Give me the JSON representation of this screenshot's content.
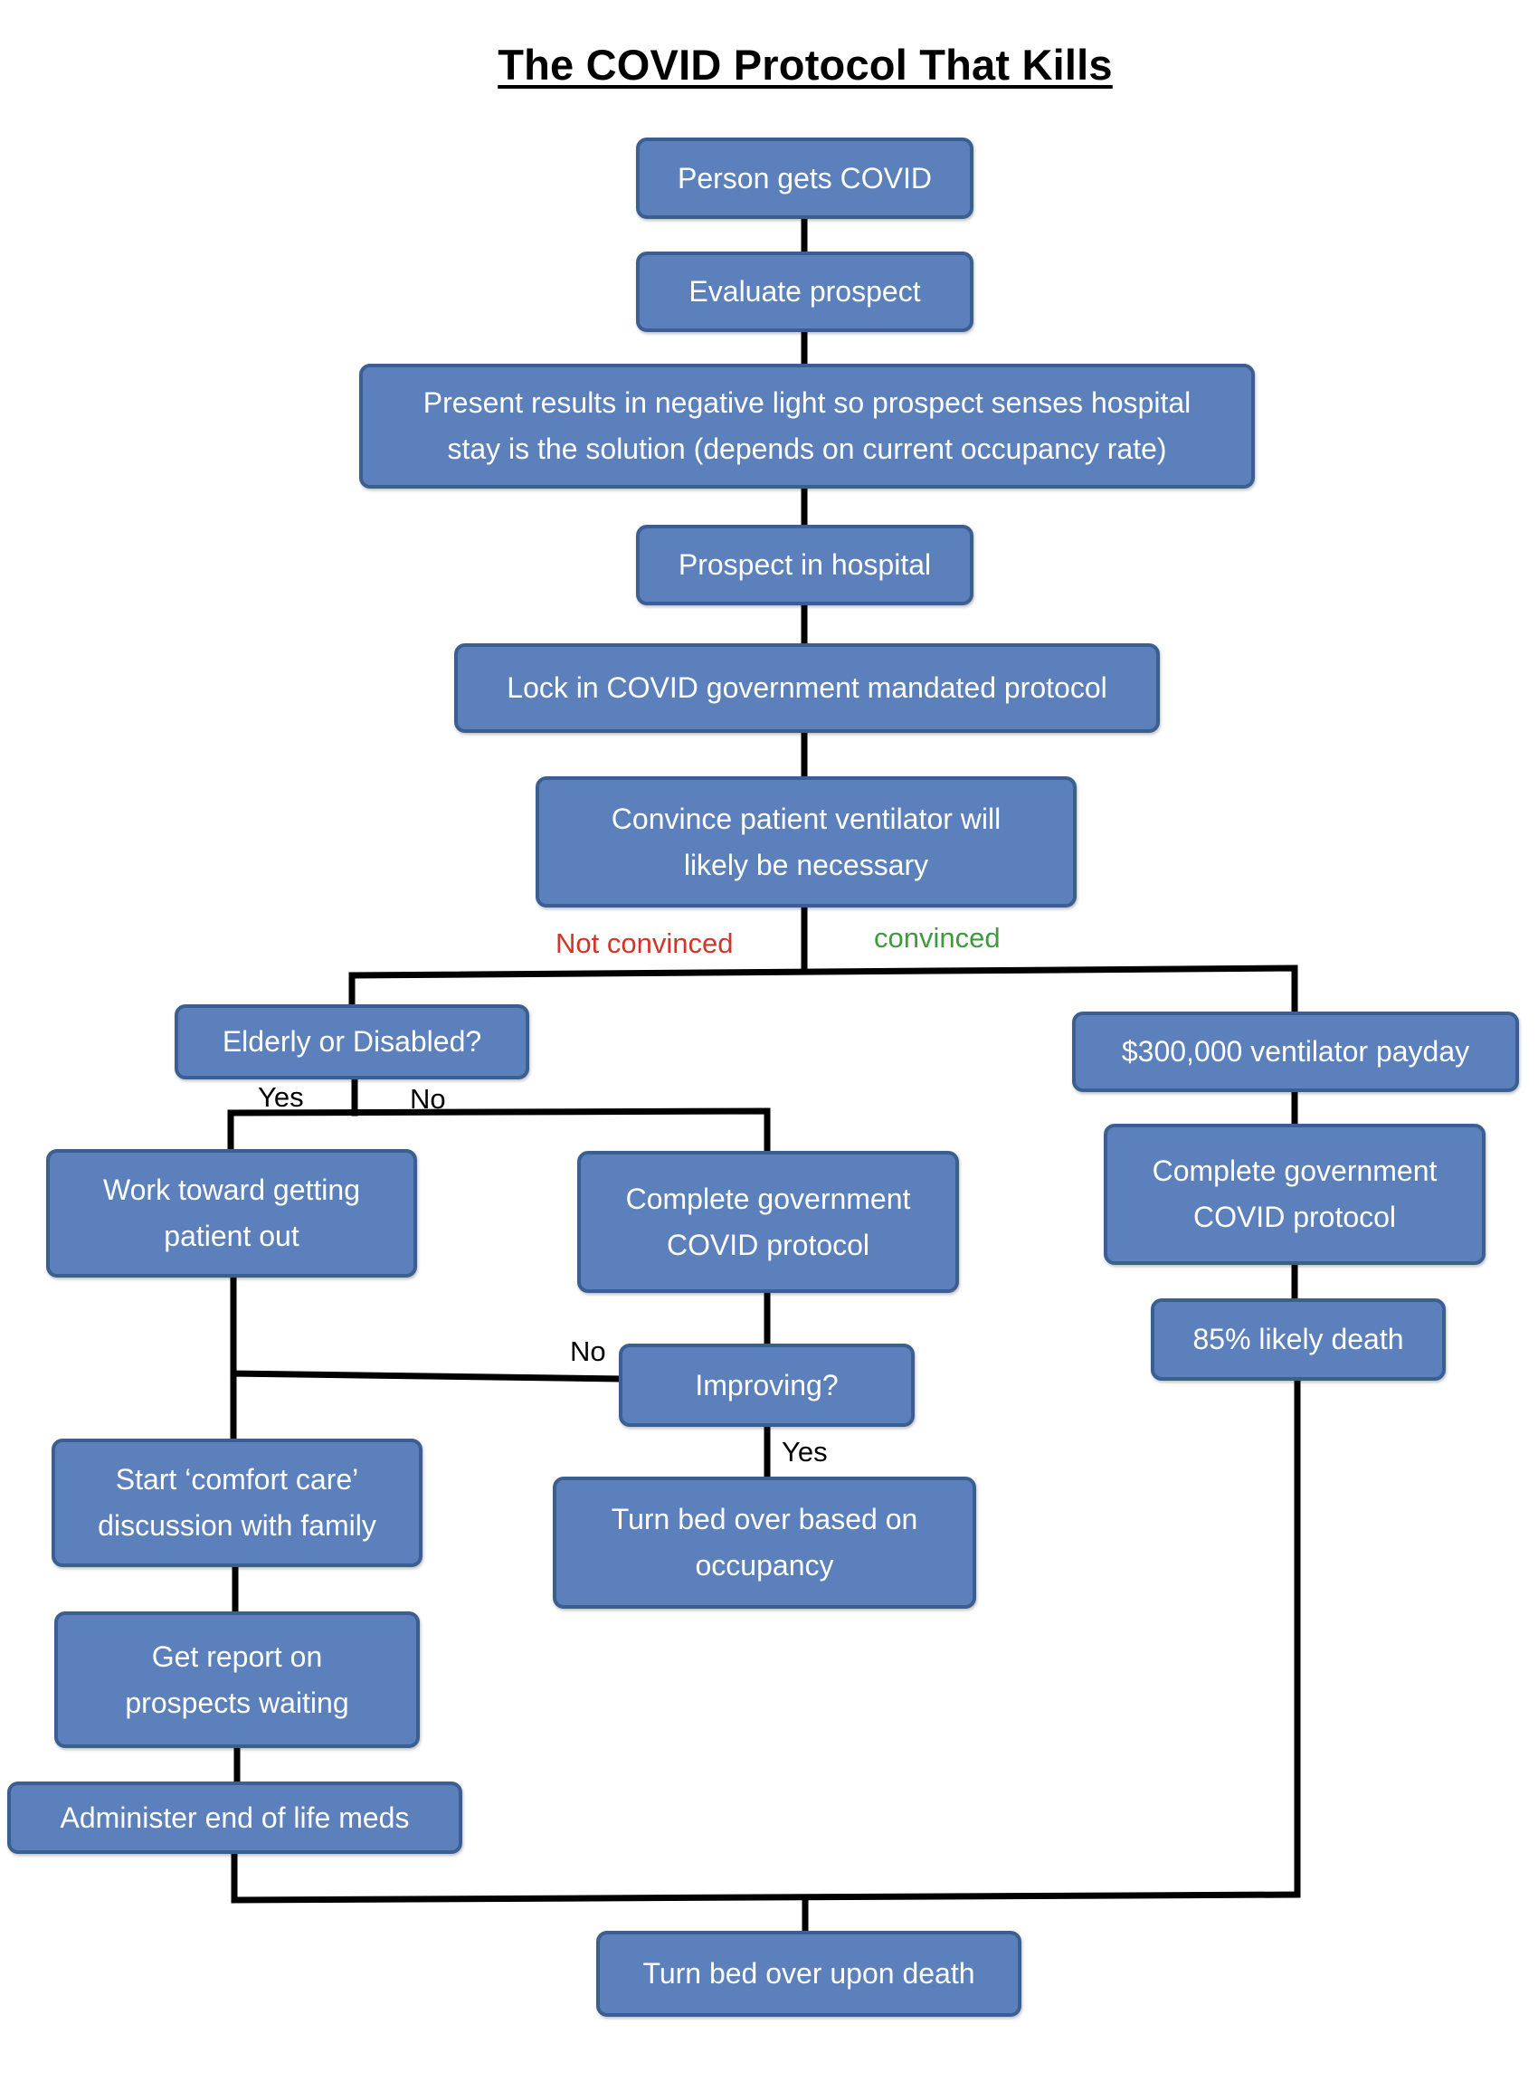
{
  "title": "The COVID Protocol That Kills",
  "colors": {
    "node_fill": "#5b80bb",
    "node_border": "#3c5f92",
    "line": "#000000",
    "not_convinced": "#d0362a",
    "convinced": "#3f9a3f"
  },
  "nodes": {
    "person_gets_covid": "Person gets COVID",
    "evaluate_prospect": "Evaluate prospect",
    "present_results": "Present results in negative light so prospect senses hospital stay is the solution (depends on current occupancy rate)",
    "prospect_in_hospital": "Prospect in hospital",
    "lock_in_protocol": "Lock in COVID government mandated protocol",
    "convince_ventilator": "Convince patient ventilator will likely be necessary",
    "elderly_or_disabled": "Elderly or Disabled?",
    "ventilator_payday": "$300,000 ventilator payday",
    "work_toward_out": "Work toward getting patient out",
    "complete_protocol_mid": "Complete government COVID protocol",
    "complete_protocol_right": "Complete government COVID protocol",
    "likely_death": "85% likely death",
    "improving": "Improving?",
    "comfort_care": "Start ‘comfort care’ discussion with family",
    "turn_bed_occupancy": "Turn bed over based on occupancy",
    "report_prospects": "Get report on prospects waiting",
    "end_of_life_meds": "Administer end of life meds",
    "turn_bed_death": "Turn bed over upon death"
  },
  "edge_labels": {
    "not_convinced": "Not convinced",
    "convinced": "convinced",
    "yes_elderly": "Yes",
    "no_elderly": "No",
    "no_improving": "No",
    "yes_improving": "Yes"
  }
}
